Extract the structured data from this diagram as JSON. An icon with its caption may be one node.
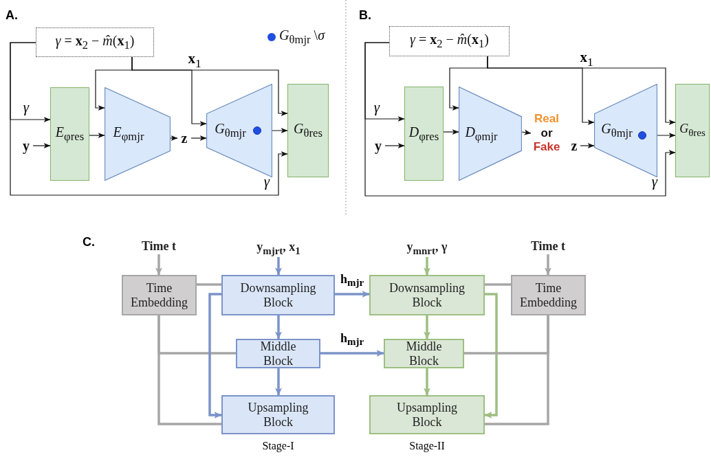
{
  "diagram": {
    "nodes": [
      {
        "text": [
          "*γ* = **x**$_{2}$ − *m̂*(**x**$_{1}$)"
        ]
      },
      {
        "text": [
          "*E*$_{φres}$"
        ]
      },
      {
        "text": [
          "*E*$_{φmjr}$"
        ]
      },
      {
        "text": [
          "*G*$_{θmjr}$"
        ]
      },
      {
        "text": [],
        "shape": "circle",
        "in": 3
      },
      {
        "text": [
          "*G*$_{θres}$"
        ]
      },
      {
        "text": [
          "y"
        ]
      },
      {
        "text": [
          "z"
        ]
      },
      {
        "text": [
          "*γ* = **x**$_{2}$ − *m̂*(**x**$_{1}$)"
        ]
      },
      {
        "text": [
          "*D*$_{φres}$"
        ]
      },
      {
        "text": [
          "*D*$_{φmjr}$"
        ]
      },
      {
        "text": [
          "Real",
          "or",
          "Fake"
        ]
      },
      {
        "text": [
          "*G*$_{θmjr}$"
        ]
      },
      {
        "text": [],
        "shape": "circle",
        "in": 12
      },
      {
        "text": [
          "*G*$_{θres}$"
        ]
      },
      {
        "text": [
          "y"
        ]
      },
      {
        "text": [
          "z"
        ]
      },
      {
        "text": [
          "Time t"
        ]
      },
      {
        "text": [
          "y$_{mjrt}$, x$_{1}$"
        ]
      },
      {
        "text": [
          "y$_{mnrt}$, γ"
        ]
      },
      {
        "text": [
          "Time t"
        ]
      },
      {
        "text": [
          "Time Embedding"
        ]
      },
      {
        "text": [
          "Downsampling Block"
        ]
      },
      {
        "text": [
          "Downsampling Block"
        ]
      },
      {
        "text": [
          "Time Embedding"
        ]
      },
      {
        "text": [
          "Middle Block"
        ]
      },
      {
        "text": [
          "Middle Block"
        ]
      },
      {
        "text": [
          "Upsampling Block"
        ],
        "beside": [
          "Stage-I"
        ]
      },
      {
        "text": [
          "Upsampling Block"
        ],
        "beside": [
          "Stage-II"
        ]
      }
    ],
    "edges": [
      {
        "from": 0,
        "to": 1,
        "arrow": "to",
        "label": "γ"
      },
      {
        "from": 0,
        "to": 5,
        "arrow": "to",
        "label": "γ"
      },
      {
        "from": 0,
        "to": 2,
        "arrow": "to"
      },
      {
        "from": 0,
        "to": 3,
        "arrow": "to",
        "label": "**x**$_{1}$"
      },
      {
        "from": 0,
        "to": 5,
        "arrow": "to"
      },
      {
        "from": 6,
        "to": 1,
        "arrow": "to"
      },
      {
        "from": 1,
        "to": 2,
        "arrow": "to"
      },
      {
        "from": 2,
        "to": 7,
        "arrow": "to"
      },
      {
        "from": 7,
        "to": 3,
        "arrow": "to"
      },
      {
        "from": 4,
        "to": 5,
        "arrow": "to"
      },
      {
        "from": 8,
        "to": 9,
        "arrow": "to",
        "label": "γ"
      },
      {
        "from": 8,
        "to": 14,
        "arrow": "to",
        "label": "γ"
      },
      {
        "from": 8,
        "to": 10,
        "arrow": "to"
      },
      {
        "from": 8,
        "to": 12,
        "arrow": "to",
        "label": "**x**$_{1}$"
      },
      {
        "from": 8,
        "to": 14,
        "arrow": "to"
      },
      {
        "from": 15,
        "to": 9,
        "arrow": "to"
      },
      {
        "from": 9,
        "to": 10,
        "arrow": "to"
      },
      {
        "from": 10,
        "to": 11,
        "arrow": "to"
      },
      {
        "from": 16,
        "to": 12,
        "arrow": "to"
      },
      {
        "from": 13,
        "to": 14,
        "arrow": "to"
      },
      {
        "from": 17,
        "to": 21,
        "arrow": "to",
        "style": "thick",
        "color": "#a6a6a6"
      },
      {
        "from": 18,
        "to": 22,
        "arrow": "to",
        "style": "thick",
        "color": "#7b93c8"
      },
      {
        "from": 19,
        "to": 23,
        "arrow": "to",
        "style": "thick",
        "color": "#9dbf82"
      },
      {
        "from": 20,
        "to": 24,
        "arrow": "to",
        "style": "thick",
        "color": "#a6a6a6"
      },
      {
        "from": 21,
        "to": 22,
        "arrow": "none",
        "style": "thick",
        "color": "#a6a6a6"
      },
      {
        "from": 21,
        "to": 25,
        "arrow": "none",
        "style": "thick",
        "color": "#a6a6a6"
      },
      {
        "from": 21,
        "to": 27,
        "arrow": "none",
        "style": "thick",
        "color": "#a6a6a6"
      },
      {
        "from": 22,
        "to": 25,
        "arrow": "to",
        "style": "thick",
        "color": "#7b93c8"
      },
      {
        "from": 25,
        "to": 27,
        "arrow": "to",
        "style": "thick",
        "color": "#7b93c8"
      },
      {
        "from": 22,
        "to": 27,
        "arrow": "to",
        "style": "thick",
        "color": "#7b93c8"
      },
      {
        "from": 22,
        "to": 23,
        "arrow": "to",
        "label": "h$_{mjr}$",
        "style": "thick",
        "color": "#7b93c8"
      },
      {
        "from": 25,
        "to": 26,
        "arrow": "to",
        "label": "h$_{mjr}$",
        "style": "thick",
        "color": "#7b93c8"
      },
      {
        "from": 23,
        "to": 26,
        "arrow": "to",
        "style": "thick",
        "color": "#9dbf82"
      },
      {
        "from": 26,
        "to": 28,
        "arrow": "to",
        "style": "thick",
        "color": "#9dbf82"
      },
      {
        "from": 23,
        "to": 28,
        "arrow": "to",
        "style": "thick",
        "color": "#9dbf82"
      },
      {
        "from": 24,
        "to": 23,
        "arrow": "none",
        "style": "thick",
        "color": "#a6a6a6"
      },
      {
        "from": 24,
        "to": 26,
        "arrow": "none",
        "style": "thick",
        "color": "#a6a6a6"
      },
      {
        "from": 24,
        "to": 28,
        "arrow": "none",
        "style": "thick",
        "color": "#a6a6a6"
      }
    ],
    "labels": [
      "A.",
      "B.",
      "C."
    ],
    "legend": [
      {
        "text": "*G*$_{θmjr}$ \\*σ*",
        "color": "#1f4fe0"
      }
    ]
  }
}
